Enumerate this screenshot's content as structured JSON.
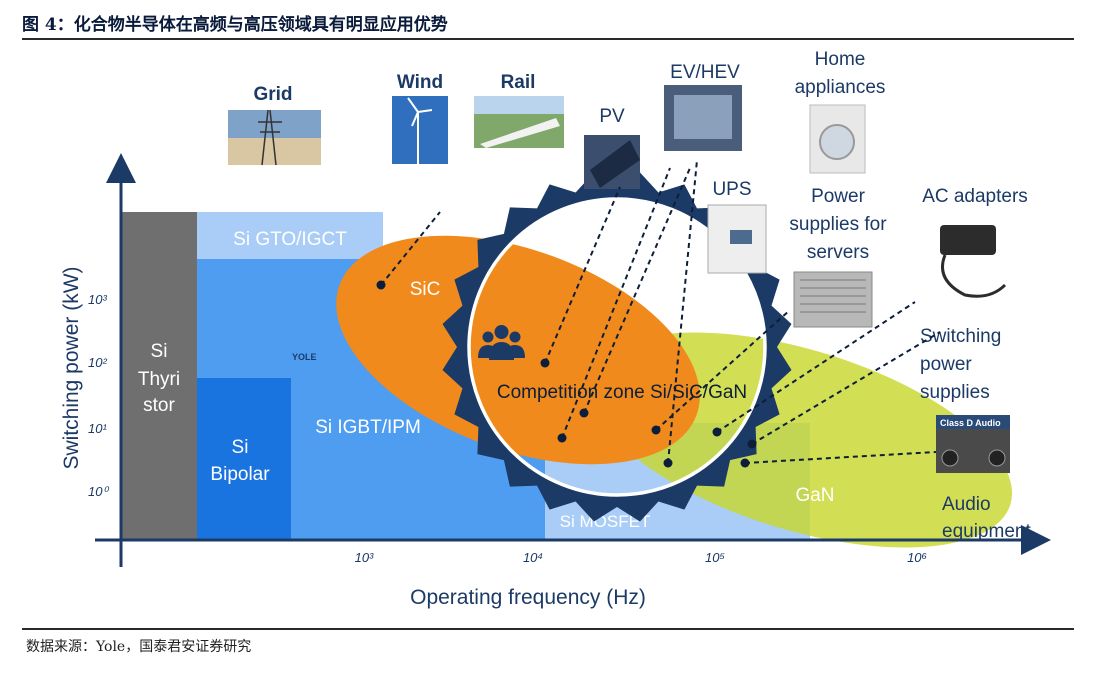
{
  "caption": "图 4：化合物半导体在高频与高压领域具有明显应用优势",
  "source": "数据来源：Yole，国泰君安证券研究",
  "chart": {
    "y_axis_label": "Switching power (kW)",
    "x_axis_label": "Operating frequency (Hz)",
    "y_ticks": [
      "10⁰",
      "10¹",
      "10²",
      "10³"
    ],
    "x_ticks": [
      "10³",
      "10⁴",
      "10⁵",
      "10⁶"
    ],
    "regions": {
      "thyristor": "Si Thyristor",
      "gto": "Si GTO/IGCT",
      "bipolar": "Si Bipolar",
      "igbt": "Si IGBT/IPM",
      "mosfet": "Si MOSFET",
      "sic": "SiC",
      "gan": "GaN",
      "competition": "Competition zone Si/SiC/GaN"
    },
    "watermark": "YOLE",
    "applications": [
      "Grid",
      "Wind",
      "Rail",
      "PV",
      "EV/HEV",
      "UPS",
      "Home appliances",
      "Power supplies for servers",
      "AC adapters",
      "Switching power supplies",
      "Audio equipment"
    ],
    "audio_badge": "Class D Audio"
  },
  "colors": {
    "navy": "#1c3a66",
    "sic_orange": "#f08a1c",
    "gan_green": "#c8d82e",
    "si_blue_dark": "#1a74e0",
    "si_blue_mid": "#4e9df0",
    "si_blue_light": "#a9cdf7",
    "thyristor_gray": "#6f6f6f"
  }
}
